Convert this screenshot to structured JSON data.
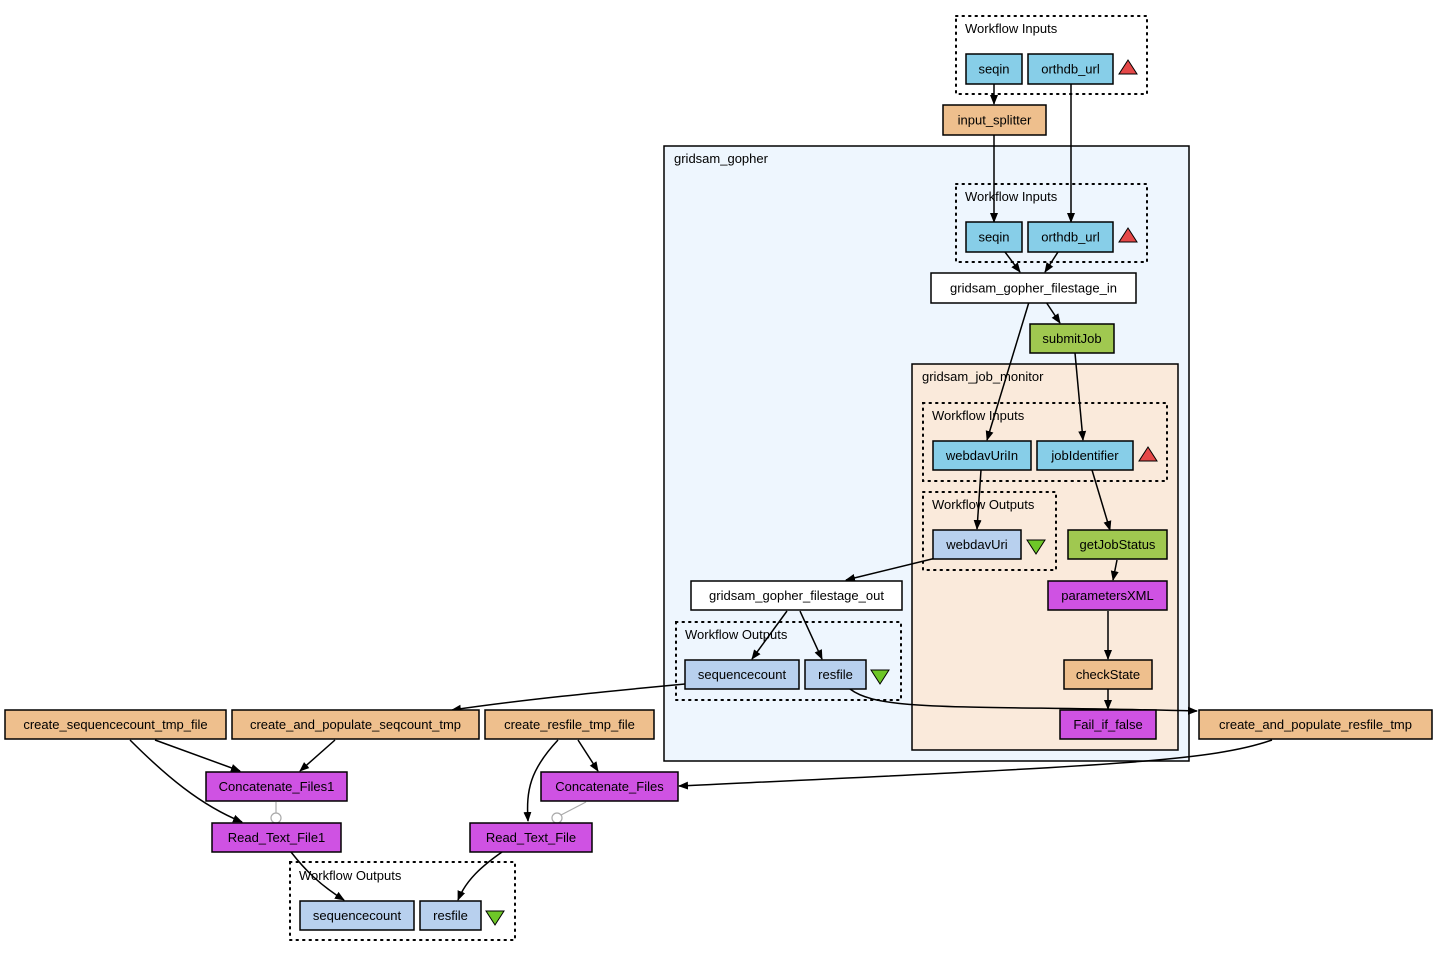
{
  "colors": {
    "input_port": "#87cee8",
    "output_port": "#b8d0ee",
    "beanshell": "#eebf8d",
    "service": "#a0c850",
    "xml": "#cf52e3",
    "plain": "#ffffff",
    "gridsam_cluster": "#eef6fe",
    "monitor_cluster": "#faeadb",
    "input_marker": "#e54848",
    "output_marker": "#6ec728"
  },
  "clusters": {
    "gridsam_gopher": "gridsam_gopher",
    "gridsam_job_monitor": "gridsam_job_monitor",
    "inputs_top": "Workflow Inputs",
    "inputs_gopher": "Workflow Inputs",
    "inputs_monitor": "Workflow Inputs",
    "outputs_monitor": "Workflow Outputs",
    "outputs_gopher": "Workflow Outputs",
    "outputs_bottom": "Workflow Outputs"
  },
  "nodes": {
    "seqin_top": "seqin",
    "orthdb_url_top": "orthdb_url",
    "input_splitter": "input_splitter",
    "seqin_inner": "seqin",
    "orthdb_url_inner": "orthdb_url",
    "gridsam_gopher_filestage_in": "gridsam_gopher_filestage_in",
    "submitJob": "submitJob",
    "webdavUriIn": "webdavUriIn",
    "jobIdentifier": "jobIdentifier",
    "webdavUri": "webdavUri",
    "getJobStatus": "getJobStatus",
    "parametersXML": "parametersXML",
    "checkState": "checkState",
    "Fail_if_false": "Fail_if_false",
    "gridsam_gopher_filestage_out": "gridsam_gopher_filestage_out",
    "sequencecount_inner": "sequencecount",
    "resfile_inner": "resfile",
    "create_sequencecount_tmp_file": "create_sequencecount_tmp_file",
    "create_and_populate_seqcount_tmp": "create_and_populate_seqcount_tmp",
    "create_resfile_tmp_file": "create_resfile_tmp_file",
    "create_and_populate_resfile_tmp": "create_and_populate_resfile_tmp",
    "Concatenate_Files1": "Concatenate_Files1",
    "Concatenate_Files": "Concatenate_Files",
    "Read_Text_File1": "Read_Text_File1",
    "Read_Text_File": "Read_Text_File",
    "sequencecount_out": "sequencecount",
    "resfile_out": "resfile"
  }
}
